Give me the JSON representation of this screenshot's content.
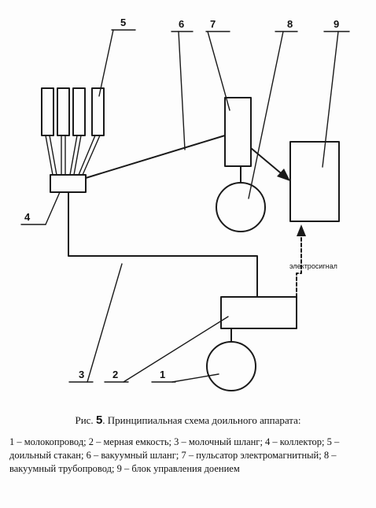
{
  "labels": {
    "n1": "1",
    "n2": "2",
    "n3": "3",
    "n4": "4",
    "n5": "5",
    "n6": "6",
    "n7": "7",
    "n8": "8",
    "n9": "9"
  },
  "signal_label": "электросигнал",
  "caption": {
    "prefix": "Рис.",
    "number": "5",
    "text": ". Принципиальная схема доильного аппарата:"
  },
  "legend": "1 – молокопровод; 2 – мерная емкость; 3 – молочный шланг; 4 – коллектор; 5 – доильный стакан; 6 – вакуумный шланг; 7 – пульсатор электромагнитный; 8 – вакуумный трубопровод; 9 – блок управления доением"
}
